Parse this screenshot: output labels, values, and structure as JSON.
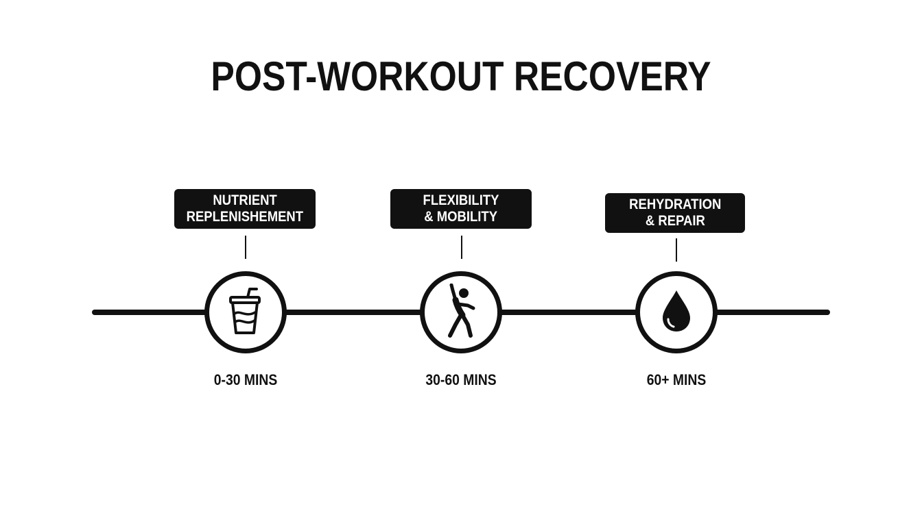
{
  "title": "POST-WORKOUT RECOVERY",
  "stages": [
    {
      "label_line1": "NUTRIENT",
      "label_line2": "REPLENISHEMENT",
      "icon": "drink-cup-icon",
      "time": "0-30 MINS"
    },
    {
      "label_line1": "FLEXIBILITY",
      "label_line2": "& MOBILITY",
      "icon": "stretching-person-icon",
      "time": "30-60 MINS"
    },
    {
      "label_line1": "REHYDRATION",
      "label_line2": "& REPAIR",
      "icon": "water-drop-icon",
      "time": "60+ MINS"
    }
  ],
  "colors": {
    "ink": "#111111",
    "background": "#ffffff",
    "label_text": "#ffffff"
  }
}
